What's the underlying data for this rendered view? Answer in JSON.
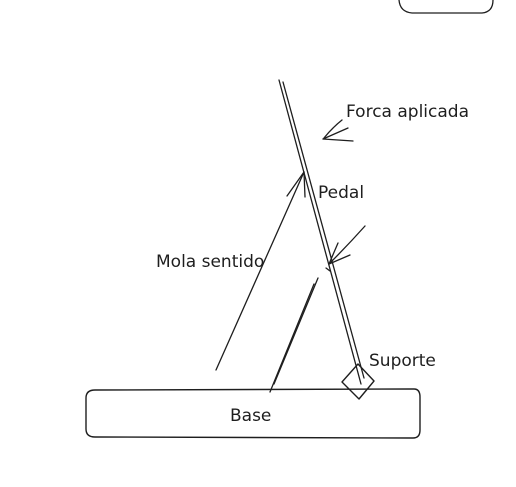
{
  "diagram": {
    "labels": {
      "force": "Forca aplicada",
      "pedal": "Pedal",
      "spring": "Mola sentido",
      "support": "Suporte",
      "base": "Base"
    },
    "colors": {
      "stroke": "#1e1e1e",
      "background": "#ffffff"
    }
  }
}
